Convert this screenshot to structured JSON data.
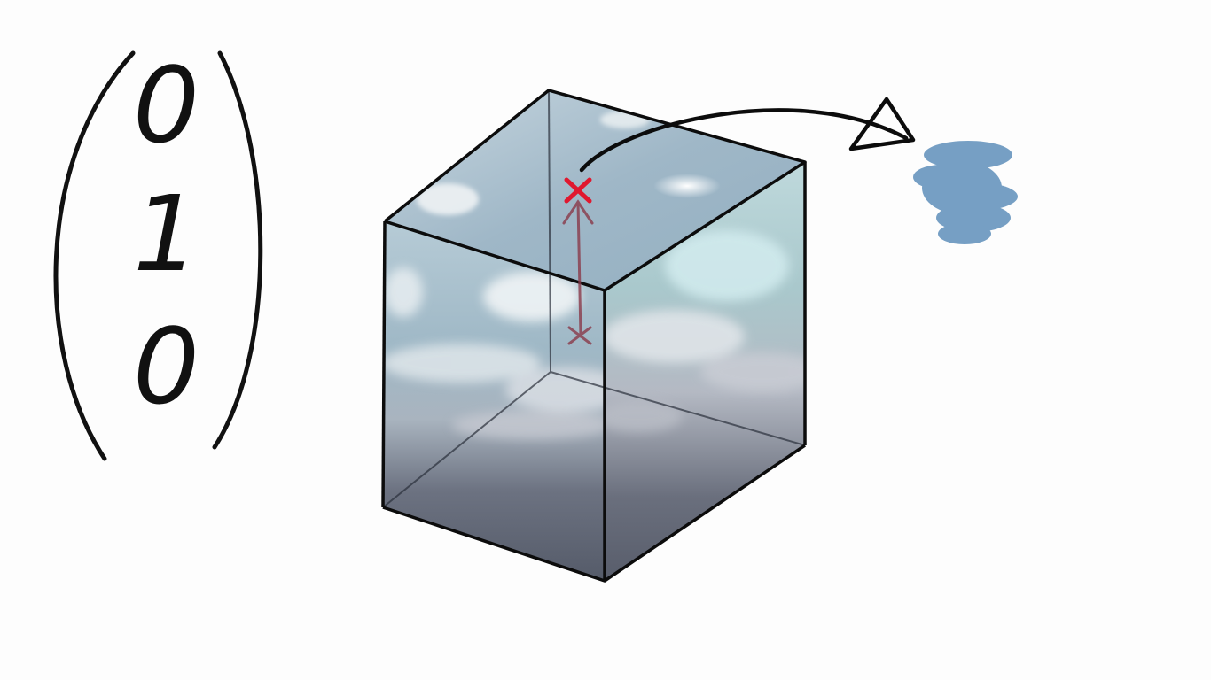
{
  "vector": {
    "components": [
      "0",
      "1",
      "0"
    ]
  },
  "colors": {
    "background": "#fdfdfd",
    "ink": "#111111",
    "sample_marker": "#e0182f",
    "direction_arrow": "#8a3a4a",
    "sampled_color_swatch": "#6f9bc2",
    "sky_top": "#b8cedb",
    "sky_mid": "#8fb0c2",
    "sky_low": "#5f6675"
  },
  "icons": {
    "sample_marker": "cross-marker-icon",
    "mapping_arrow": "curved-arrow-icon"
  }
}
